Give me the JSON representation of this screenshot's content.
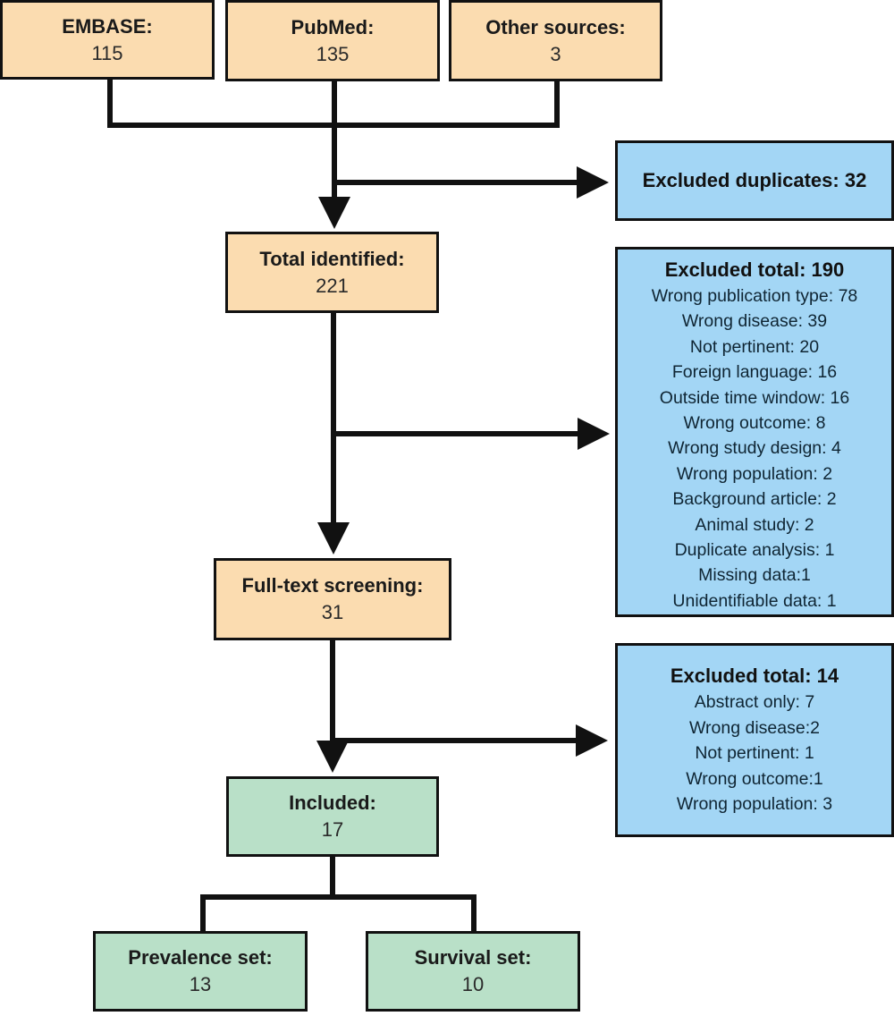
{
  "diagram": {
    "type": "flowchart",
    "colors": {
      "identification": "#fbdcb0",
      "excluded": "#a3d6f5",
      "included": "#b9e0c8",
      "line": "#111111"
    },
    "sources": [
      {
        "label": "EMBASE:",
        "value": "115"
      },
      {
        "label": "PubMed:",
        "value": "135"
      },
      {
        "label": "Other sources:",
        "value": "3"
      }
    ],
    "excluded_duplicates": {
      "label": "Excluded duplicates: 32"
    },
    "total_identified": {
      "label": "Total identified:",
      "value": "221"
    },
    "excluded_screening": {
      "title": "Excluded total: 190",
      "items": [
        "Wrong publication type: 78",
        "Wrong disease: 39",
        "Not pertinent: 20",
        "Foreign language: 16",
        "Outside time window: 16",
        "Wrong outcome: 8",
        "Wrong study design: 4",
        "Wrong population: 2",
        "Background article: 2",
        "Animal study: 2",
        "Duplicate analysis: 1",
        "Missing data:1",
        "Unidentifiable data: 1"
      ]
    },
    "full_text_screening": {
      "label": "Full-text screening:",
      "value": "31"
    },
    "excluded_fulltext": {
      "title": "Excluded total: 14",
      "items": [
        "Abstract only: 7",
        "Wrong disease:2",
        "Not pertinent: 1",
        "Wrong outcome:1",
        "Wrong population: 3"
      ]
    },
    "included": {
      "label": "Included:",
      "value": "17"
    },
    "prevalence_set": {
      "label": "Prevalence set:",
      "value": "13"
    },
    "survival_set": {
      "label": "Survival set:",
      "value": "10"
    }
  }
}
